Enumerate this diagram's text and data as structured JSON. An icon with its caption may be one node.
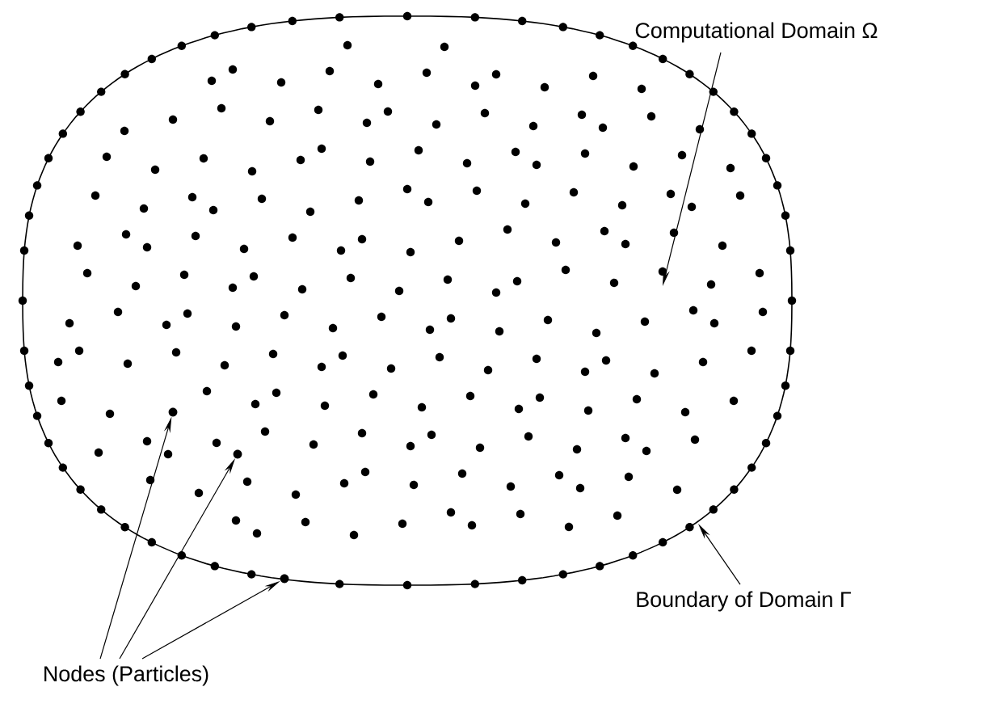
{
  "diagram": {
    "nodes": [
      {
        "text": [],
        "shape": "oval"
      },
      {
        "text": [
          "Computational Domain Ω"
        ]
      },
      {
        "text": [
          "Boundary of Domain Γ"
        ]
      },
      {
        "text": [
          "Nodes (Particles)"
        ]
      },
      {
        "text": [],
        "shape": "circle",
        "in": 0
      },
      {
        "text": [],
        "shape": "circle",
        "in": 0
      },
      {
        "text": [],
        "shape": "circle",
        "in": 0
      }
    ],
    "edges": [
      {
        "from": 1,
        "to": 0,
        "arrow": "to"
      },
      {
        "from": 2,
        "to": 0,
        "arrow": "to"
      },
      {
        "from": 3,
        "to": 4,
        "arrow": "to"
      },
      {
        "from": 3,
        "to": 5,
        "arrow": "to"
      },
      {
        "from": 3,
        "to": 6,
        "arrow": "to"
      }
    ]
  }
}
